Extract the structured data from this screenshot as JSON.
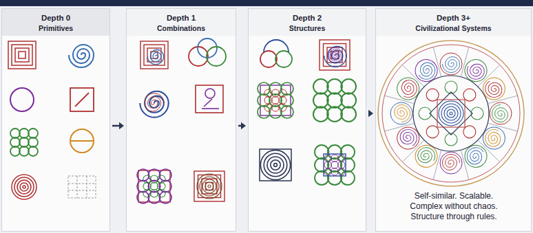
{
  "diagram": {
    "nodes": [
      {
        "text": [
          "Depth 0",
          "Primitives"
        ]
      },
      {
        "text": [
          "Depth 1",
          "Combinations"
        ]
      },
      {
        "text": [
          "Depth 2",
          "Structures"
        ]
      },
      {
        "text": [
          "Depth 3+",
          "Civilizational Systems",
          "Self-similar. Scalable. Complex without chaos. Structure through rules."
        ]
      }
    ],
    "edges": [
      {
        "from": 0,
        "to": 1,
        "arrow": "to"
      },
      {
        "from": 1,
        "to": 2,
        "arrow": "to"
      },
      {
        "from": 2,
        "to": 3,
        "arrow": "to"
      }
    ]
  }
}
